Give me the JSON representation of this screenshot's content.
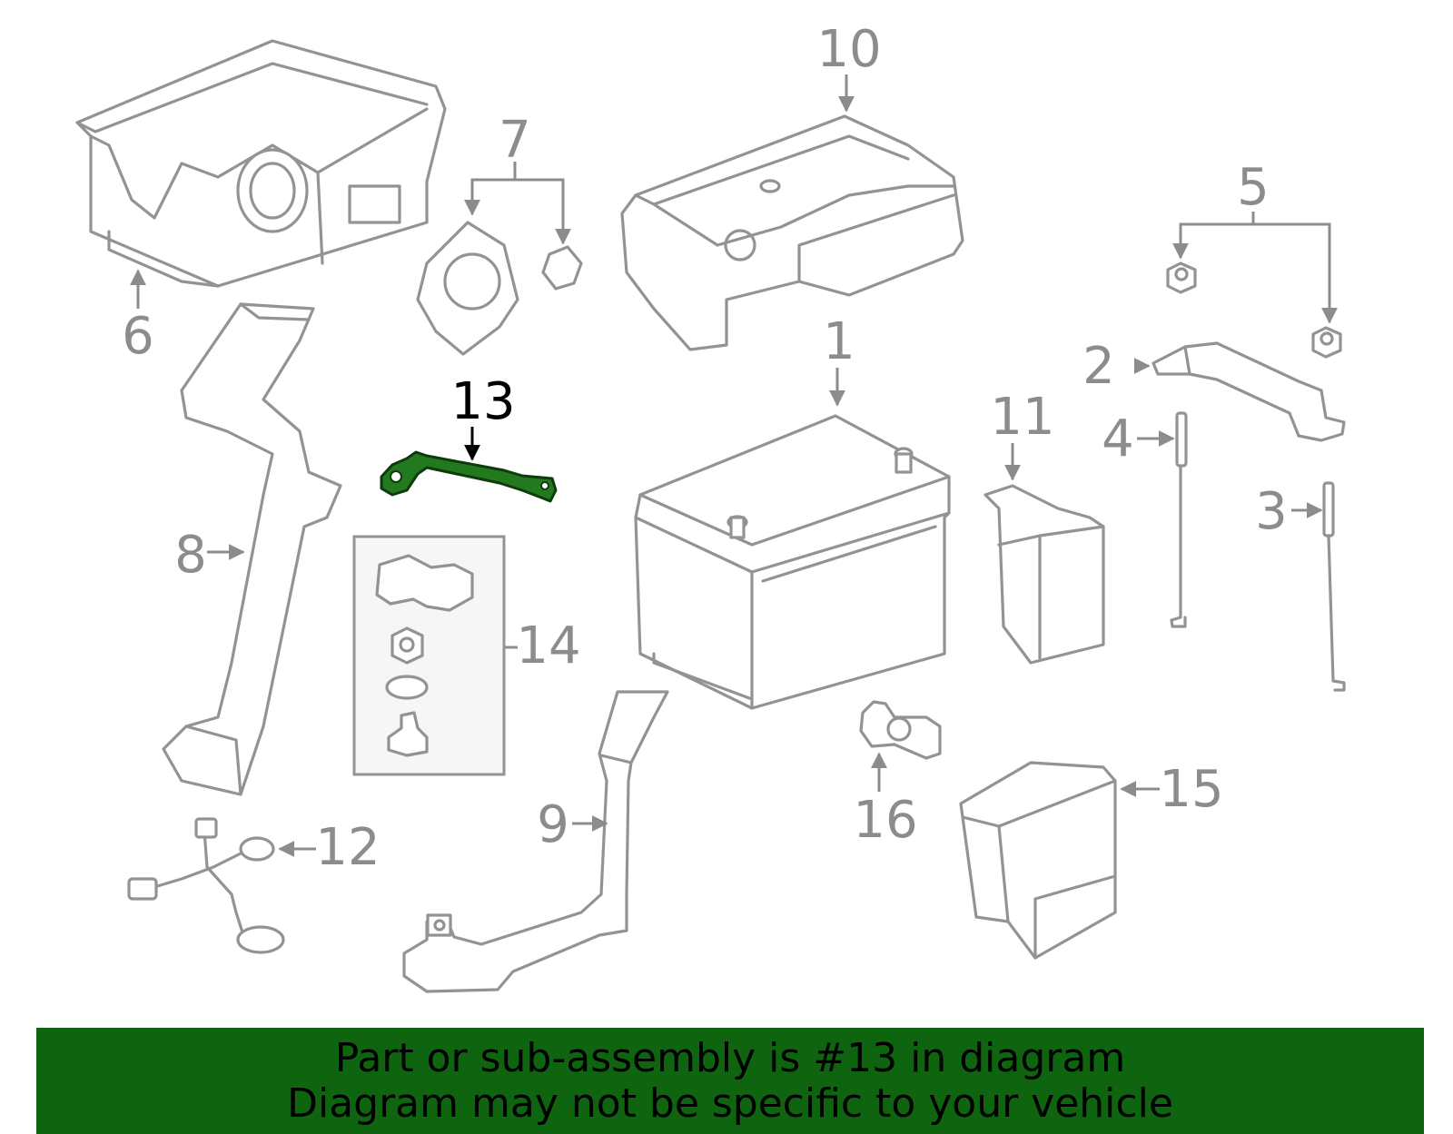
{
  "callouts": {
    "c1": "1",
    "c2": "2",
    "c3": "3",
    "c4": "4",
    "c5": "5",
    "c6": "6",
    "c7": "7",
    "c8": "8",
    "c9": "9",
    "c10": "10",
    "c11": "11",
    "c12": "12",
    "c13": "13",
    "c14": "14",
    "c15": "15",
    "c16": "16"
  },
  "highlighted_part": "13",
  "colors": {
    "highlight_part": "#237a1e",
    "banner_bg": "#0f650f",
    "part_stroke": "#939393",
    "callout_text": "#8c8c8c"
  },
  "banner": {
    "line1": "Part or sub-assembly is #13 in diagram",
    "line2": "Diagram may not be specific to your vehicle"
  }
}
